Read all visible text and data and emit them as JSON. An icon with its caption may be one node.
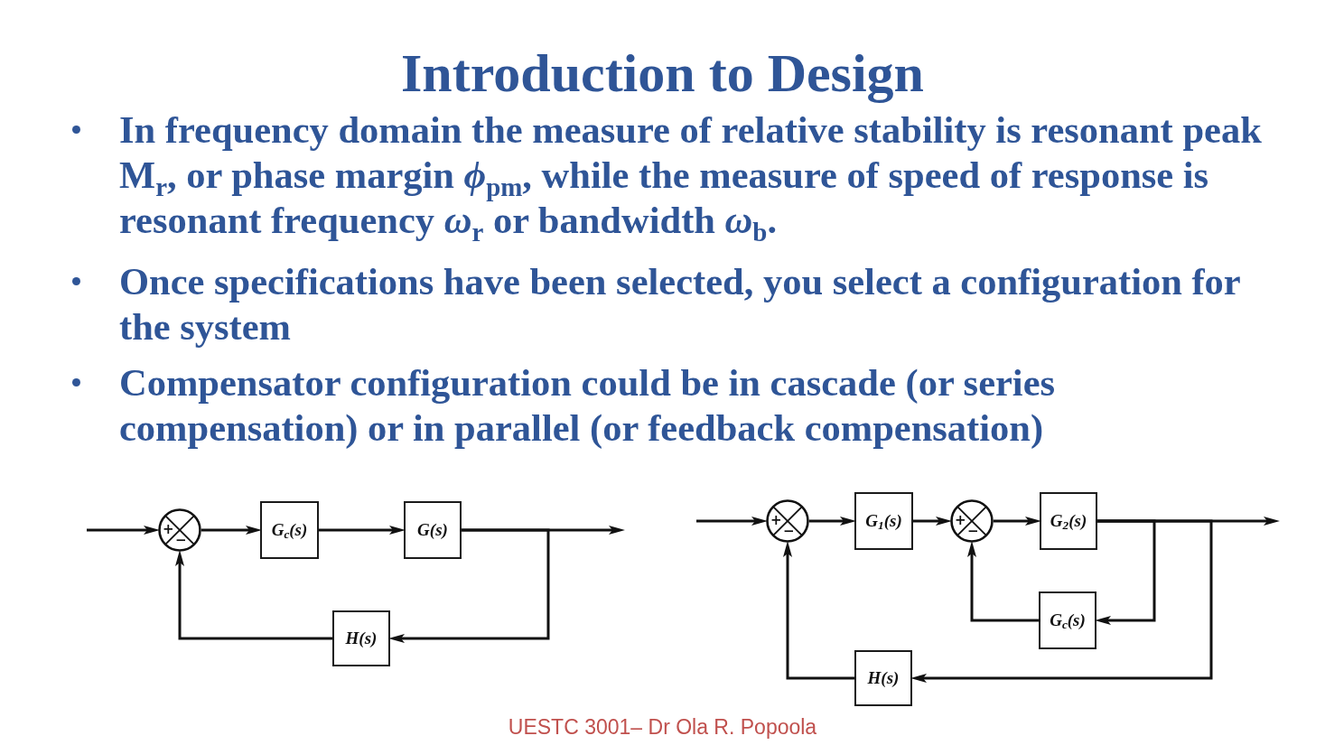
{
  "diagram": {
    "title": "Introduction to Design",
    "nodes": [
      {
        "text": [
          "+",
          "−"
        ]
      },
      {
        "text": [
          "G$_{c}$(s)"
        ]
      },
      {
        "text": [
          "G(s)"
        ]
      },
      {
        "text": [
          "H(s)"
        ]
      },
      {
        "text": [
          "+",
          "−"
        ]
      },
      {
        "text": [
          "G$_{1}$(s)"
        ]
      },
      {
        "text": [
          "+",
          "−"
        ]
      },
      {
        "text": [
          "G$_{2}$(s)"
        ]
      },
      {
        "text": [
          "G$_{c}$(s)"
        ]
      },
      {
        "text": [
          "H(s)"
        ]
      }
    ],
    "edges": [
      {
        "from": null,
        "to": 0,
        "arrow": "to"
      },
      {
        "from": 0,
        "to": 1,
        "arrow": "to"
      },
      {
        "from": 1,
        "to": 2,
        "arrow": "to"
      },
      {
        "from": 2,
        "to": null,
        "arrow": "to"
      },
      {
        "from": 2,
        "to": 3,
        "arrow": "to"
      },
      {
        "from": 3,
        "to": 0,
        "arrow": "to"
      },
      {
        "from": null,
        "to": 4,
        "arrow": "to"
      },
      {
        "from": 4,
        "to": 5,
        "arrow": "to"
      },
      {
        "from": 5,
        "to": 6,
        "arrow": "to"
      },
      {
        "from": 6,
        "to": 7,
        "arrow": "to"
      },
      {
        "from": 7,
        "to": null,
        "arrow": "to"
      },
      {
        "from": 7,
        "to": 8,
        "arrow": "to"
      },
      {
        "from": 8,
        "to": 6,
        "arrow": "to"
      },
      {
        "from": 7,
        "to": 9,
        "arrow": "to"
      },
      {
        "from": 9,
        "to": 4,
        "arrow": "to"
      }
    ],
    "labels": [
      "In frequency domain the measure of relative stability is resonant peak M$_{r}$, or phase margin *ϕ*$_{pm}$, while the measure of speed of response is resonant frequency *ω*$_{r}$ or bandwidth *ω*$_{b}$.",
      "Once specifications have been selected, you select a configuration for the system",
      "Compensator configuration could be in cascade (or series compensation) or in parallel (or feedback compensation)",
      "UESTC 3001– Dr Ola R. Popoola"
    ]
  }
}
